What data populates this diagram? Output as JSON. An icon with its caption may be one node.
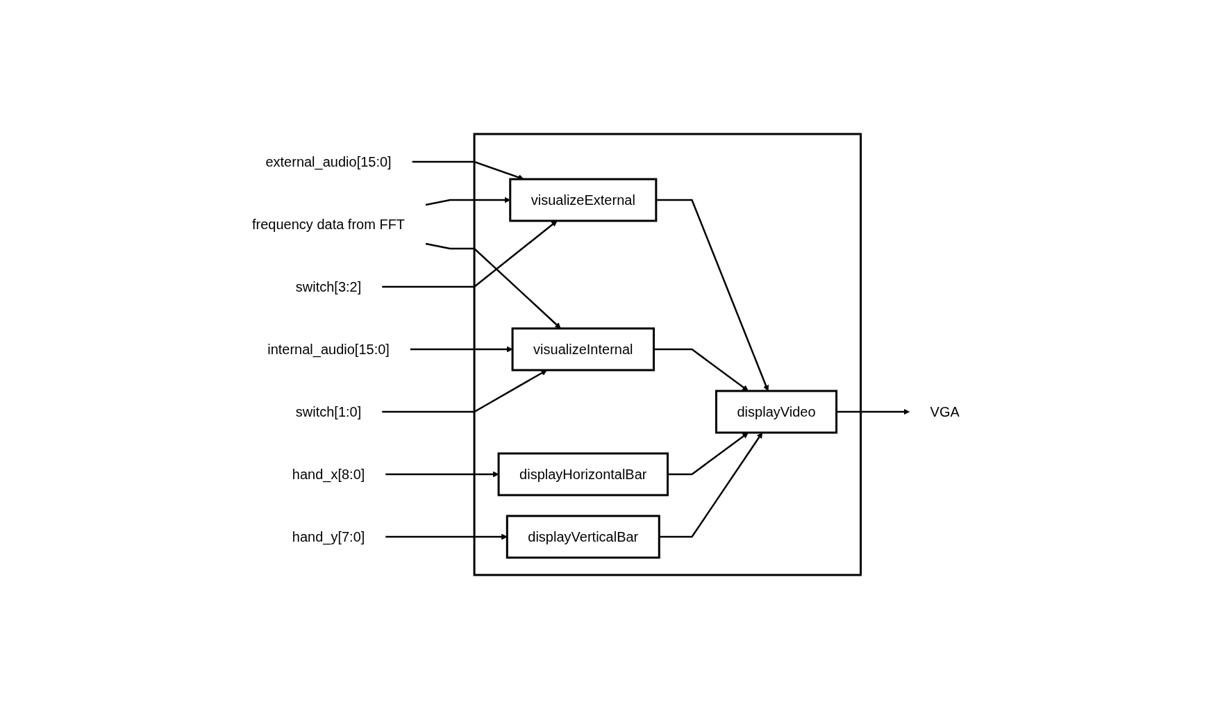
{
  "diagram": {
    "nodes": [
      {
        "text": [],
        "shape": "box"
      },
      {
        "text": [
          "frequency data from FFT"
        ]
      },
      {
        "text": [
          "external_audio[15:0]"
        ]
      },
      {
        "text": [
          "internal_audio[15:0]"
        ]
      },
      {
        "text": [
          "switch[3:2]"
        ]
      },
      {
        "text": [
          "switch[1:0]"
        ]
      },
      {
        "text": [
          "hand_x[8:0]"
        ]
      },
      {
        "text": [
          "hand_y[7:0]"
        ]
      },
      {
        "text": [
          "visualizeExternal"
        ],
        "in": 0
      },
      {
        "text": [
          "visualizeInternal"
        ],
        "in": 0
      },
      {
        "text": [
          "displayHorizontalBar"
        ],
        "in": 0
      },
      {
        "text": [
          "displayVerticalBar"
        ],
        "in": 0
      },
      {
        "text": [
          "displayVideo"
        ],
        "in": 0
      },
      {
        "text": [
          "VGA"
        ]
      }
    ],
    "edges": [
      {
        "from": 1,
        "to": 8,
        "arrow": "to"
      },
      {
        "from": 1,
        "to": 9,
        "arrow": "to"
      },
      {
        "from": 2,
        "to": 8,
        "arrow": "to"
      },
      {
        "from": 3,
        "to": 9,
        "arrow": "to"
      },
      {
        "from": 4,
        "to": 8,
        "arrow": "to"
      },
      {
        "from": 5,
        "to": 9,
        "arrow": "to"
      },
      {
        "from": 6,
        "to": 10,
        "arrow": "to"
      },
      {
        "from": 7,
        "to": 11,
        "arrow": "to"
      },
      {
        "from": 8,
        "to": 12,
        "arrow": "to"
      },
      {
        "from": 9,
        "to": 12,
        "arrow": "to"
      },
      {
        "from": 10,
        "to": 12,
        "arrow": "to"
      },
      {
        "from": 11,
        "to": 12,
        "arrow": "to"
      },
      {
        "from": 12,
        "to": 13,
        "arrow": "to"
      }
    ]
  }
}
